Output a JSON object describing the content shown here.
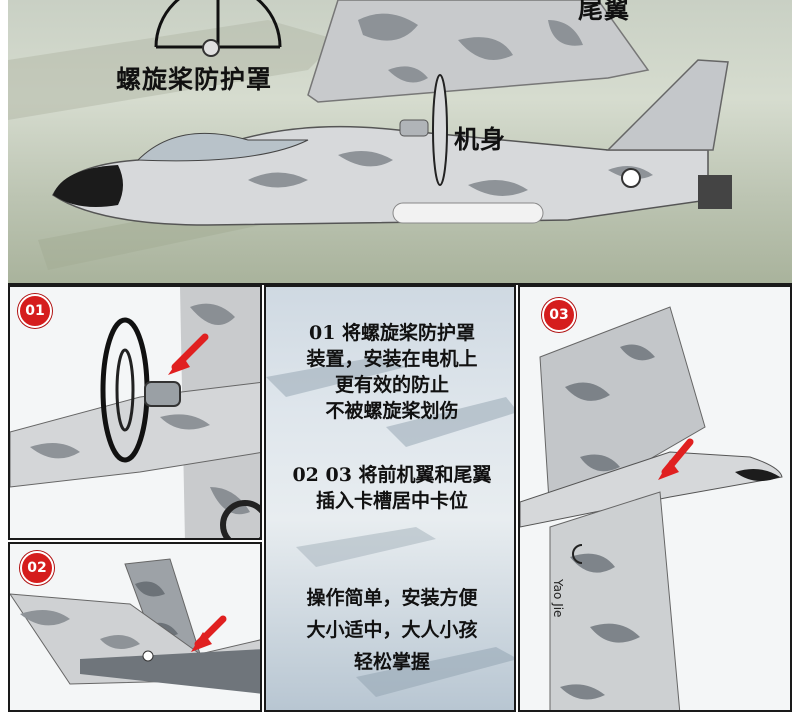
{
  "top_banner": {
    "label_propeller_guard": "螺旋桨防护罩",
    "label_fuselage": "机身",
    "label_tail": "尾翼"
  },
  "panels": {
    "step1": {
      "badge": "01"
    },
    "step2": {
      "badge": "02"
    },
    "step3": {
      "badge": "03",
      "brand_mark": "Yao Jie"
    }
  },
  "instructions": {
    "block1": [
      "01 将螺旋桨防护罩",
      "装置，安装在电机上",
      "更有效的防止",
      "不被螺旋桨划伤"
    ],
    "block2": [
      "02 03 将前机翼和尾翼",
      "插入卡槽居中卡位"
    ],
    "block3": [
      "操作简单，安装方便",
      "大小适中，大人小孩",
      "轻松掌握"
    ]
  },
  "colors": {
    "badge_red": "#d51d1d",
    "arrow_red": "#e02020",
    "camo_light": "#d3d5d7",
    "camo_mid": "#9ea3a8",
    "camo_dark": "#6f757b"
  }
}
